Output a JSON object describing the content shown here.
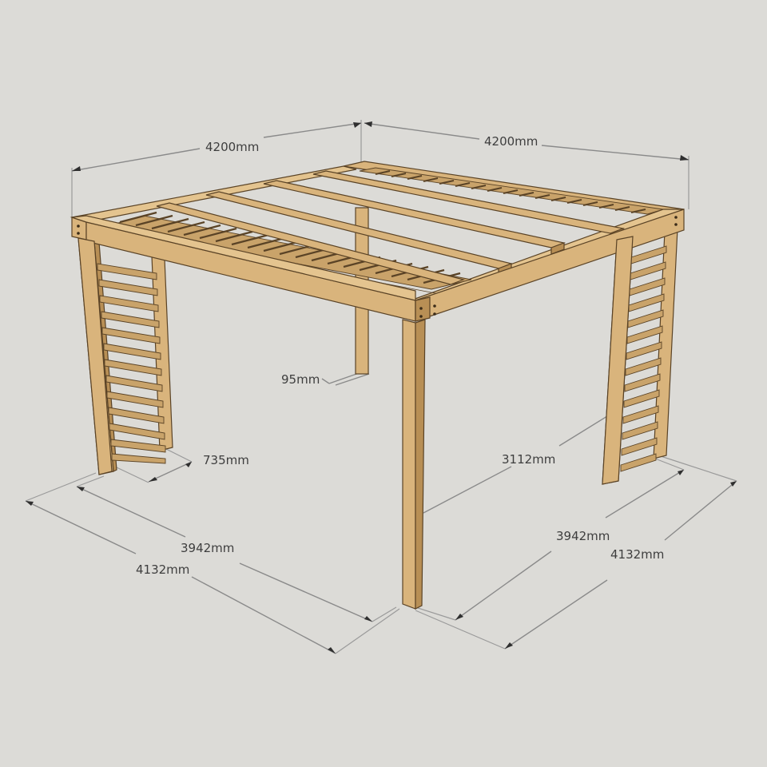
{
  "diagram": {
    "subject": "Pergola with louvred roof sections and slatted side panels",
    "colors": {
      "background": "#dcdbd7",
      "timber": "#d9b47c",
      "timber_shadow": "#b88f55",
      "outline": "#5a4326",
      "dimension_line": "#8a8a8a",
      "label_text": "#3e3e3e"
    },
    "dimensions": {
      "top_left_width": "4200mm",
      "top_right_width": "4200mm",
      "post_size": "95mm",
      "side_panel_width": "735mm",
      "height": "3112mm",
      "front_left_inner": "3942mm",
      "front_left_outer": "4132mm",
      "front_right_inner": "3942mm",
      "front_right_outer": "4132mm"
    }
  }
}
